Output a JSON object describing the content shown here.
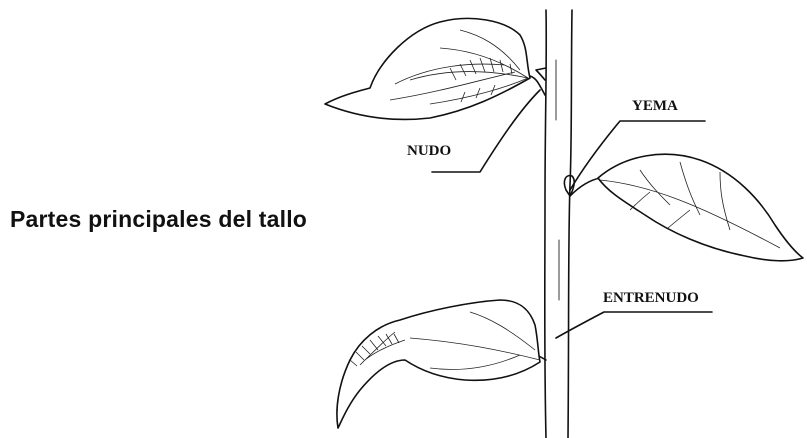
{
  "diagram": {
    "title": "Partes principales del tallo",
    "labels": {
      "nudo": "NUDO",
      "yema": "YEMA",
      "entrenudo": "ENTRENUDO"
    }
  }
}
